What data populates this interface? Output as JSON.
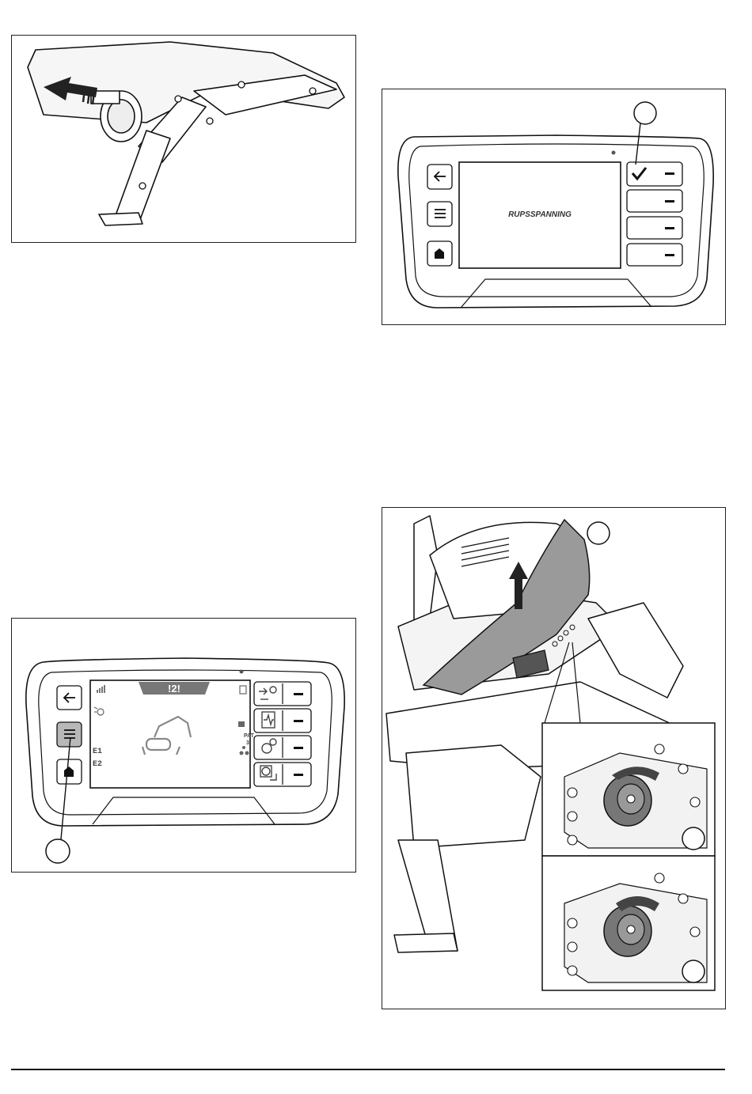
{
  "figures": {
    "fig_top_left": {
      "kind": "illustration",
      "subject": "outrigger-pin-removal"
    },
    "fig_top_right": {
      "kind": "control-panel",
      "screen_text": "RUPSSPANNING",
      "callout": "",
      "buttons": [
        "back-arrow-icon",
        "menu-icon",
        "home-icon"
      ],
      "right_buttons": [
        "check-icon",
        "",
        "",
        ""
      ]
    },
    "fig_bottom_left": {
      "kind": "control-panel",
      "warning_bar": "!2!",
      "left_labels": [
        "E1",
        "E2"
      ],
      "right_labels": [
        "PAT",
        "3"
      ],
      "callout": ""
    },
    "fig_bottom_right": {
      "kind": "illustration",
      "callouts": [
        "",
        "",
        ""
      ]
    }
  },
  "colors": {
    "ink": "#111111",
    "shade": "#9a9a9a",
    "light_shade": "#d4d4d4",
    "highlight": "#b8b8b8"
  }
}
